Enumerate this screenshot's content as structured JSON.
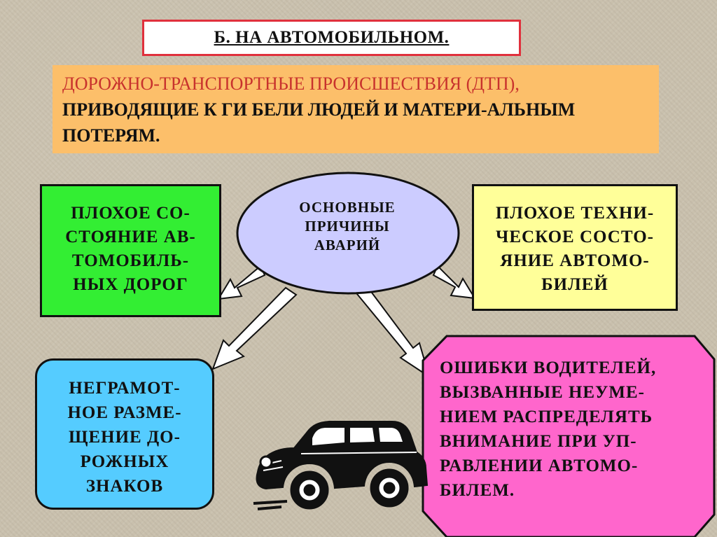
{
  "title": "Б. НА АВТОМОБИЛЬНОМ.",
  "headline": {
    "red_part": "ДОРОЖНО-ТРАНСПОРТНЫЕ ПРОИСШЕСТВИЯ (ДТП),",
    "dark_part": " ПРИВОДЯЩИЕ К ГИ БЕЛИ ЛЮДЕЙ И МАТЕРИ-АЛЬНЫМ ПОТЕРЯМ."
  },
  "center": {
    "lines": [
      "ОСНОВНЫЕ",
      "ПРИЧИНЫ",
      "АВАРИЙ"
    ]
  },
  "causes": {
    "roads": {
      "lines": [
        "ПЛОХОЕ СО-",
        "СТОЯНИЕ АВ-",
        "ТОМОБИЛЬ-",
        "НЫХ ДОРОГ"
      ]
    },
    "vehicles": {
      "lines": [
        "ПЛОХОЕ ТЕХНИ-",
        "ЧЕСКОЕ СОСТО-",
        "ЯНИЕ АВТОМО-",
        "БИЛЕЙ"
      ]
    },
    "signs": {
      "lines": [
        "НЕГРАМОТ-",
        "НОЕ РАЗМЕ-",
        "ЩЕНИЕ ДО-",
        "РОЖНЫХ",
        "ЗНАКОВ"
      ]
    },
    "drivers": {
      "lines": [
        "ОШИБКИ ВОДИТЕЛЕЙ,",
        "ВЫЗВАННЫЕ НЕУМЕ-",
        "НИЕМ РАСПРЕДЕЛЯТЬ",
        "ВНИМАНИЕ ПРИ УП-",
        "РАВЛЕНИИ АВТОМО-",
        "БИЛЕМ."
      ]
    }
  },
  "colors": {
    "background": "#c9c0ad",
    "title_border": "#e0303c",
    "headline_bg": "#fcbf6a",
    "headline_red": "#c8322d",
    "ellipse_fill": "#ccccff",
    "green": "#33ee33",
    "yellow": "#ffff99",
    "blue": "#55ccff",
    "pink": "#ff66cc"
  },
  "icons": [
    "arrow-icon",
    "car-icon"
  ]
}
